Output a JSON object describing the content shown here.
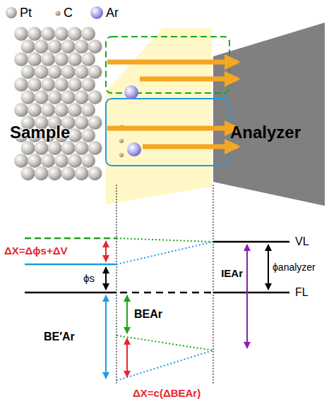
{
  "diagram": {
    "labels": [
      "Sample",
      "Analyzer",
      "ΔX=Δϕs+ΔV",
      "ϕs",
      "BE′Ar",
      "BEAr",
      "IEAr",
      "ϕanalyzer",
      "VL",
      "FL",
      "ΔX=c(ΔBEAr)"
    ],
    "legend": [
      {
        "text": "Pt"
      },
      {
        "text": "C"
      },
      {
        "text": "Ar"
      }
    ]
  }
}
